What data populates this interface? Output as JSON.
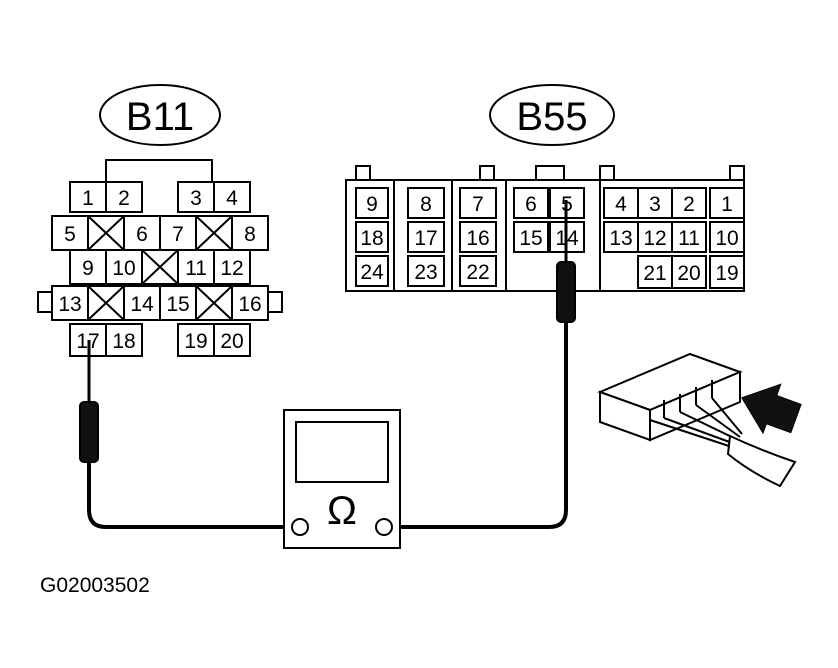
{
  "connectors": {
    "b11": {
      "label": "B11",
      "pins": [
        "1",
        "2",
        "3",
        "4",
        "5",
        "6",
        "7",
        "8",
        "9",
        "10",
        "11",
        "12",
        "13",
        "14",
        "15",
        "16",
        "17",
        "18",
        "19",
        "20"
      ]
    },
    "b55": {
      "label": "B55",
      "pins": [
        "1",
        "2",
        "3",
        "4",
        "5",
        "6",
        "7",
        "8",
        "9",
        "10",
        "11",
        "12",
        "13",
        "14",
        "15",
        "16",
        "17",
        "18",
        "19",
        "20",
        "21",
        "22",
        "23",
        "24"
      ]
    }
  },
  "meter": {
    "symbol": "Ω"
  },
  "figure_id": "G02003502"
}
